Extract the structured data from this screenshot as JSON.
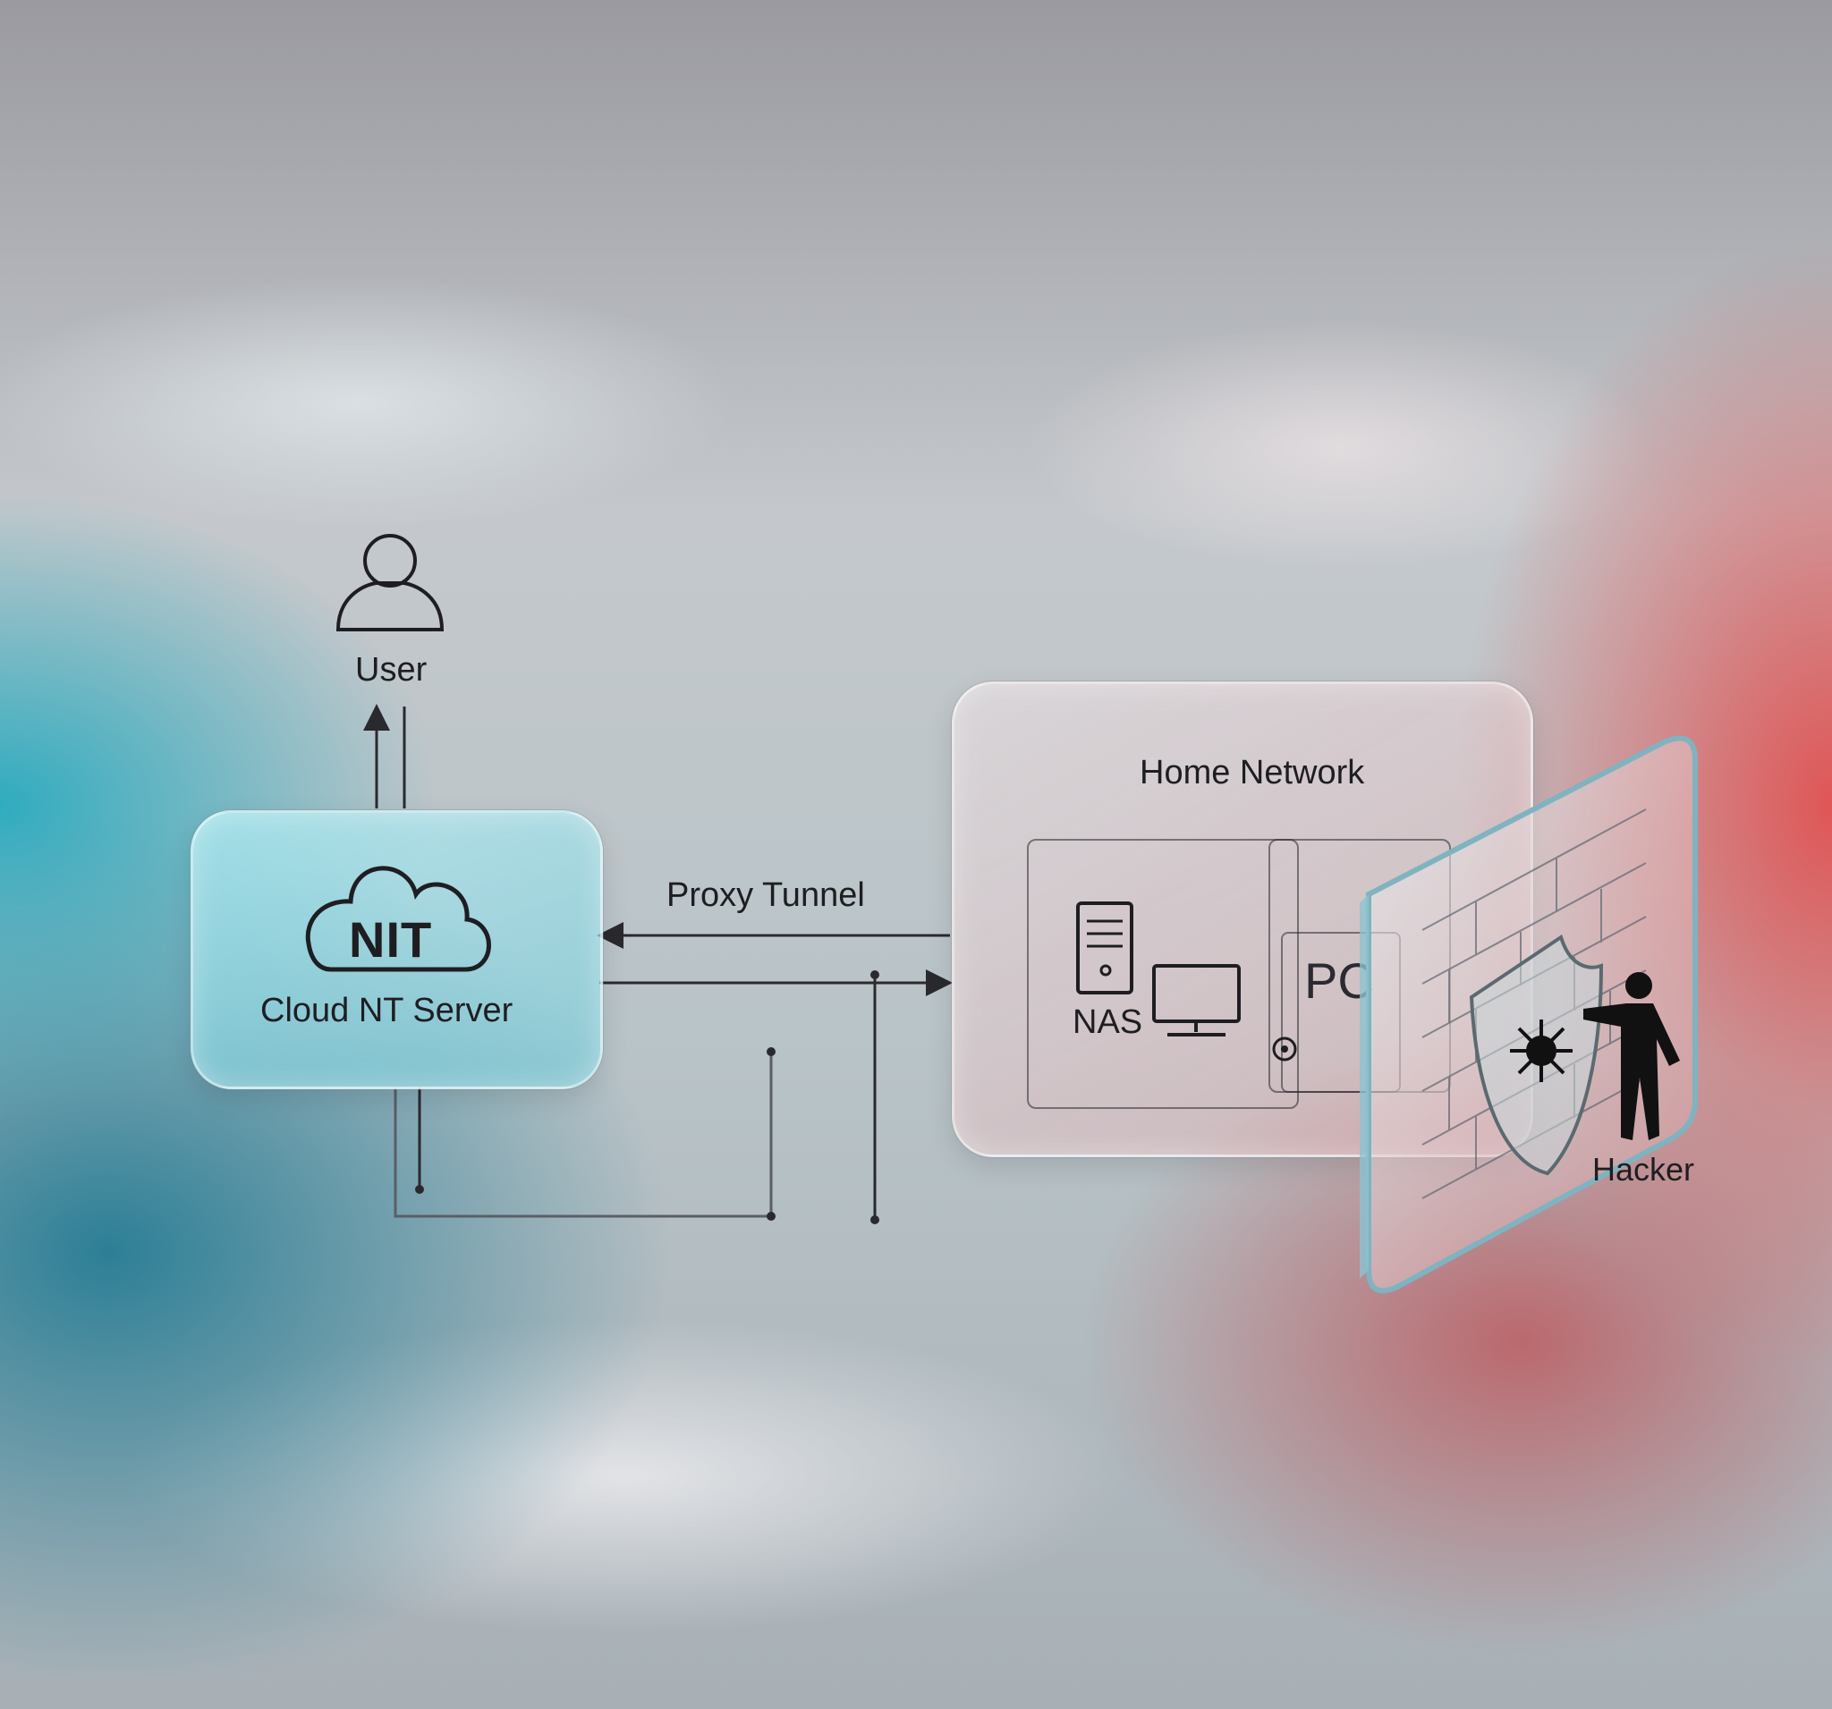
{
  "user": {
    "label": "User"
  },
  "cloud_server": {
    "logo_text": "NIT",
    "label": "Cloud NT Server"
  },
  "connection": {
    "label": "Proxy Tunnel"
  },
  "home_network": {
    "title": "Home Network",
    "nas_label": "NAS",
    "pc_label": "PC"
  },
  "hacker": {
    "label": "Hacker"
  },
  "colors": {
    "teal": "#2fb4c4",
    "red": "#e25656",
    "line": "#2a2a2e"
  }
}
